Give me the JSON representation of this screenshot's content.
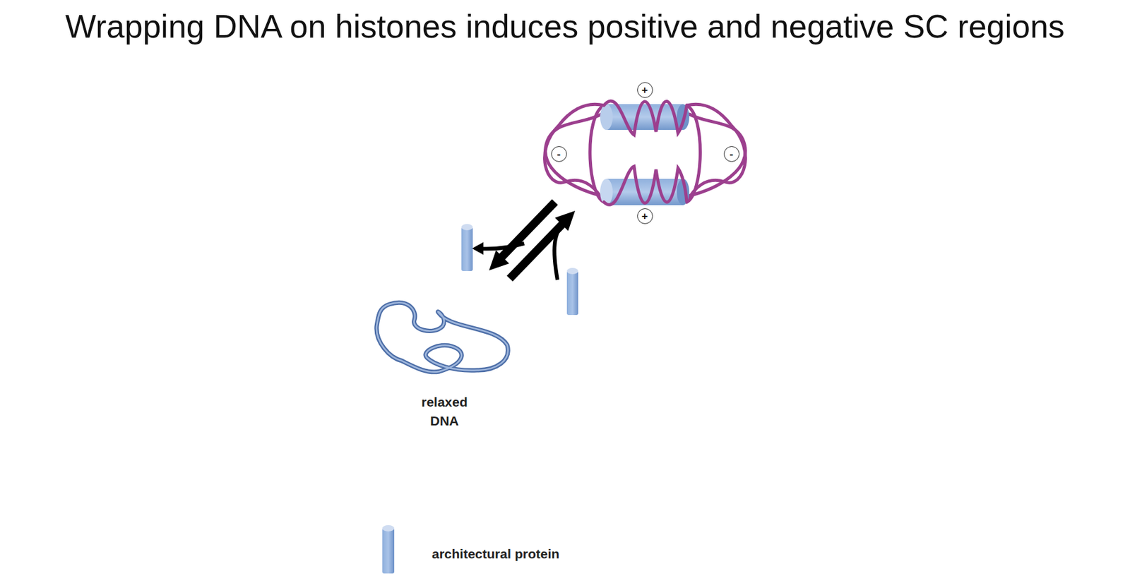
{
  "diagram": {
    "title": "Wrapping DNA on histones induces positive and negative SC regions",
    "nodes": [
      {
        "text": [
          "+"
        ]
      },
      {
        "text": [
          "-"
        ]
      },
      {
        "text": [
          "-"
        ]
      },
      {
        "text": [
          "+"
        ]
      }
    ],
    "labels": [
      "relaxed DNA"
    ],
    "legend": [
      {
        "text": "architectural protein"
      }
    ]
  }
}
